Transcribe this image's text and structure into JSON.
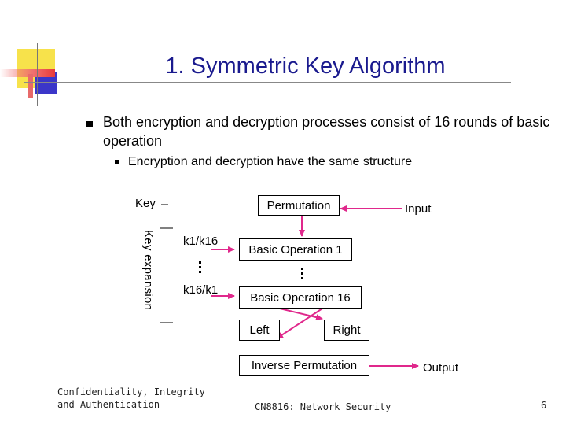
{
  "slide": {
    "title": "1. Symmetric Key Algorithm",
    "bullets": [
      {
        "text": "Both encryption and decryption processes consist of 16 rounds of basic operation",
        "level": 1
      },
      {
        "text": "Encryption and decryption have the same structure",
        "level": 2
      }
    ]
  },
  "diagram": {
    "key_label": "Key",
    "key_expansion_label": "Key expansion",
    "permutation_label": "Permutation",
    "input_label": "Input",
    "subkey_first": "k1/k16",
    "subkey_last": "k16/k1",
    "op_first": "Basic Operation 1",
    "op_last": "Basic Operation 16",
    "left_label": "Left",
    "right_label": "Right",
    "inverse_permutation_label": "Inverse Permutation",
    "output_label": "Output",
    "arrow_color": "#e0288c"
  },
  "footer": {
    "left": "Confidentiality, Integrity and Authentication",
    "center": "CN8816: Network Security",
    "page_number": "6"
  }
}
